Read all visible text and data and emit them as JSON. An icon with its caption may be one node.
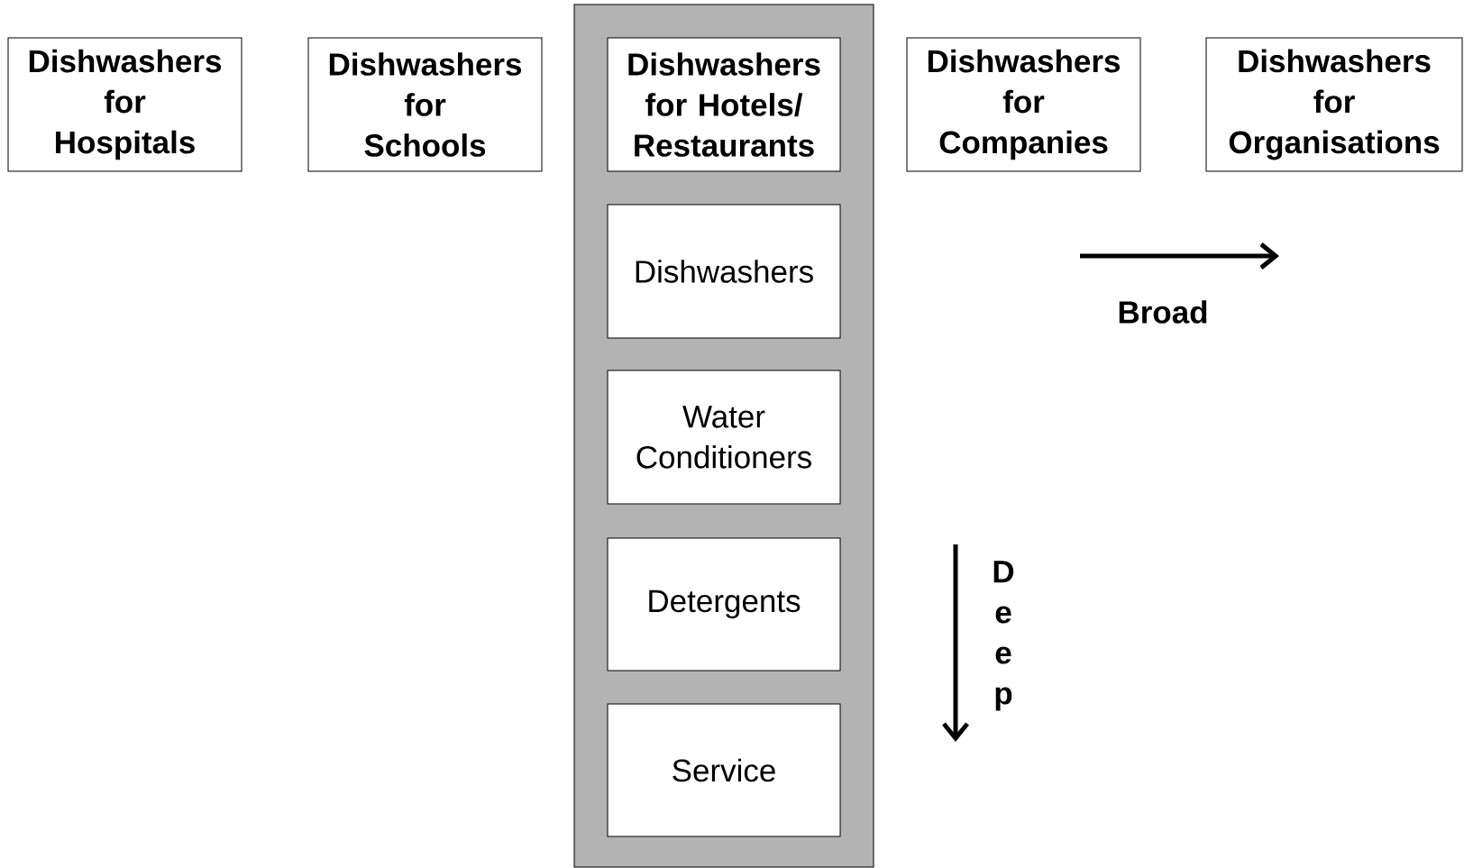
{
  "diagram": {
    "nodes": [
      {
        "text": [
          "Dishwashers for Hospitals"
        ]
      },
      {
        "text": [
          "Dishwashers for Schools"
        ]
      },
      {
        "text": [],
        "shape": "box"
      },
      {
        "text": [
          "Dishwashers for Hotels/ Restaurants"
        ],
        "in": 2
      },
      {
        "text": [
          "Dishwashers"
        ],
        "in": 2
      },
      {
        "text": [
          "Water Conditioners"
        ],
        "in": 2
      },
      {
        "text": [
          "Detergents"
        ],
        "in": 2
      },
      {
        "text": [
          "Service"
        ],
        "in": 2
      },
      {
        "text": [
          "Dishwashers for Companies"
        ]
      },
      {
        "text": [
          "Dishwashers for Organisations"
        ]
      }
    ],
    "labels": [
      "Broad",
      "Deep"
    ]
  }
}
